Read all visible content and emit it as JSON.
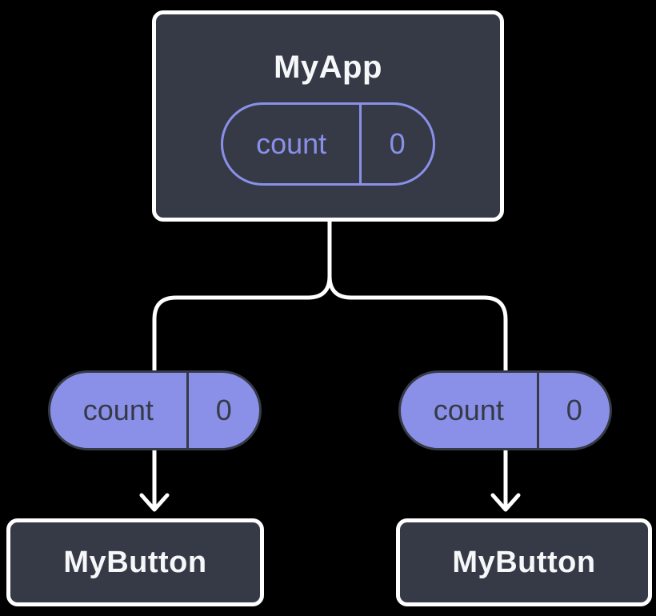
{
  "diagram": {
    "root": {
      "title": "MyApp",
      "state": {
        "label": "count",
        "value": "0"
      }
    },
    "children": [
      {
        "title": "MyButton",
        "prop": {
          "label": "count",
          "value": "0"
        }
      },
      {
        "title": "MyButton",
        "prop": {
          "label": "count",
          "value": "0"
        }
      }
    ]
  },
  "colors": {
    "canvas-bg": "#000000",
    "node-bg": "#353a46",
    "node-border": "#ffffff",
    "node-text": "#f6f7f9",
    "accent": "#8a90e8",
    "prop-pill-bg": "#8a90e8",
    "prop-pill-border": "#353a46",
    "prop-pill-text": "#353a46",
    "connector": "#ffffff"
  }
}
